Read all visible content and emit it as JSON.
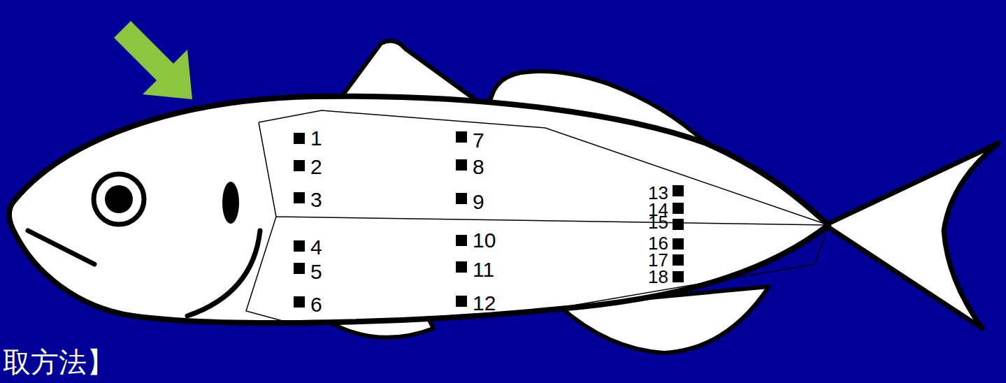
{
  "diagram": {
    "labels": [
      "1",
      "2",
      "3",
      "4",
      "5",
      "6",
      "7",
      "8",
      "9",
      "10",
      "11",
      "12",
      "13",
      "14",
      "15",
      "16",
      "17",
      "18",
      "取方法】"
    ]
  }
}
